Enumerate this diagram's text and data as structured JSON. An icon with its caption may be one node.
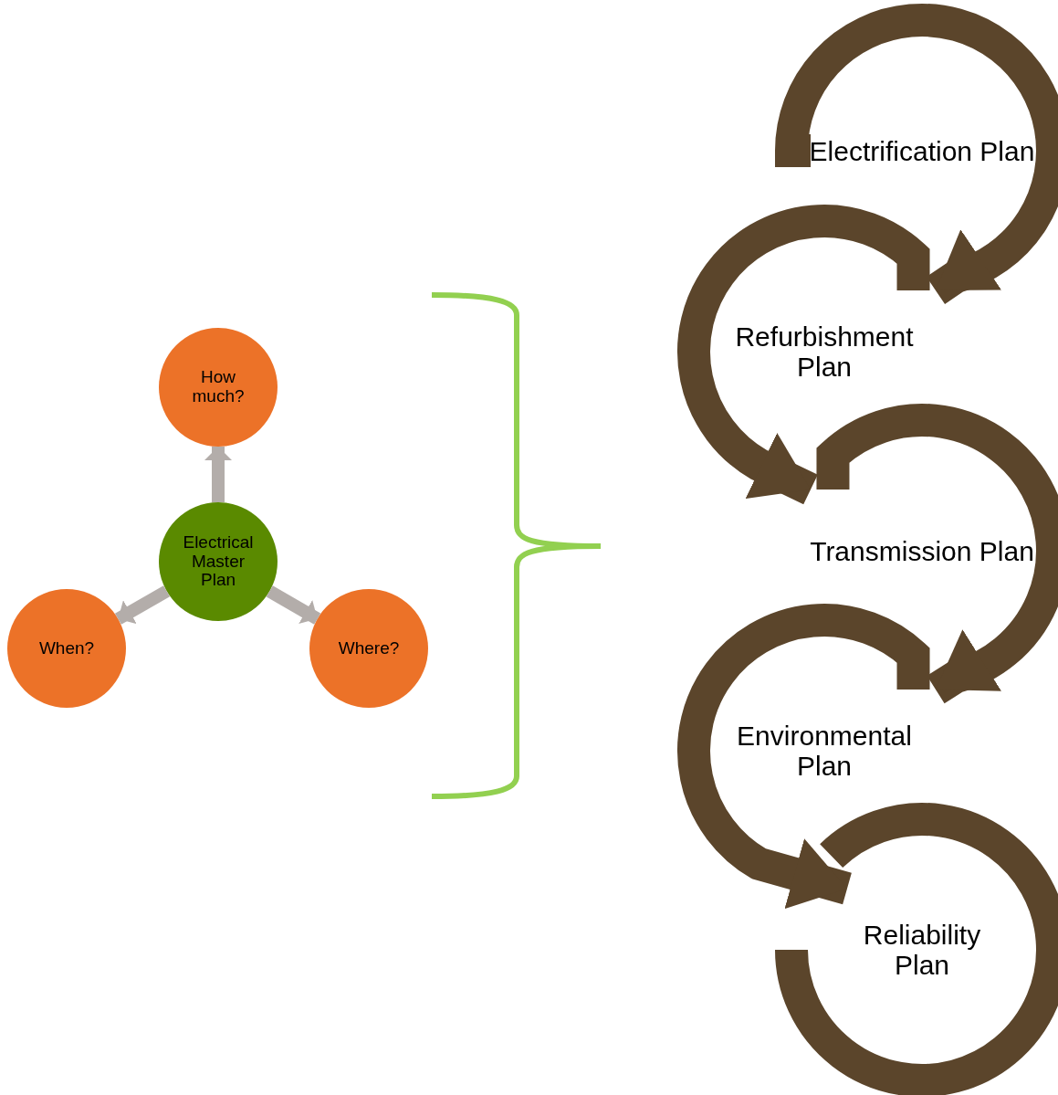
{
  "diagram": {
    "nodes": [
      {
        "text": [
          "Electrical Master Plan"
        ]
      },
      {
        "text": [
          "How much?"
        ]
      },
      {
        "text": [
          "When?"
        ]
      },
      {
        "text": [
          "Where?"
        ]
      },
      {
        "text": [
          "Electrification Plan"
        ]
      },
      {
        "text": [
          "Refurbishment Plan"
        ]
      },
      {
        "text": [
          "Transmission Plan"
        ]
      },
      {
        "text": [
          "Environmental Plan"
        ]
      },
      {
        "text": [
          "Reliability Plan"
        ]
      }
    ],
    "edges": [
      {
        "from": 0,
        "to": 1,
        "arrow": "to",
        "color": "#b3adaa"
      },
      {
        "from": 0,
        "to": 2,
        "arrow": "to",
        "color": "#b3adaa"
      },
      {
        "from": 0,
        "to": 3,
        "arrow": "to",
        "color": "#b3adaa"
      },
      {
        "from": 4,
        "to": 5,
        "arrow": "to"
      },
      {
        "from": 5,
        "to": 6,
        "arrow": "to"
      },
      {
        "from": 6,
        "to": 7,
        "arrow": "to"
      },
      {
        "from": 7,
        "to": 8,
        "arrow": "to"
      }
    ]
  }
}
